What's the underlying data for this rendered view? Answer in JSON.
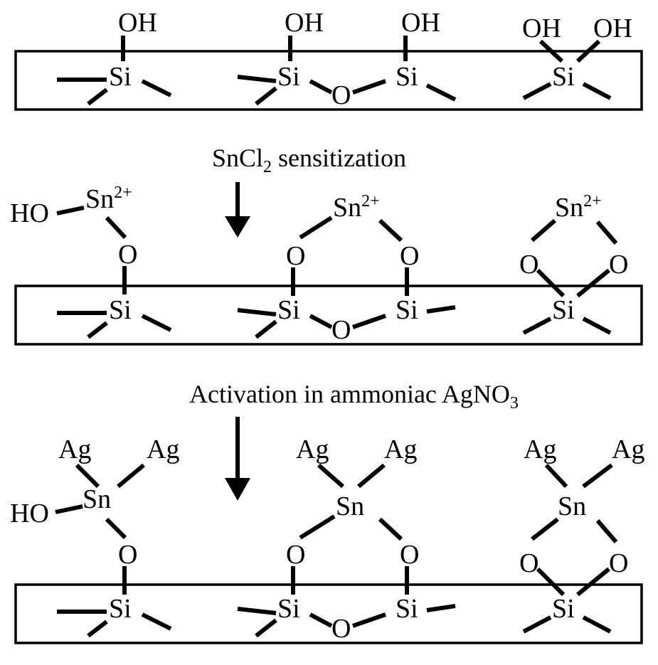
{
  "atoms": {
    "oh": "OH",
    "ho": "HO",
    "si": "Si",
    "o": "O",
    "sn": "Sn",
    "sn_charge": "2+",
    "ag": "Ag"
  },
  "steps": {
    "sensitization_main": "SnCl",
    "sensitization_sub": "2",
    "sensitization_rest": " sensitization",
    "activation_main": "Activation in ammoniac AgNO",
    "activation_sub": "3"
  }
}
